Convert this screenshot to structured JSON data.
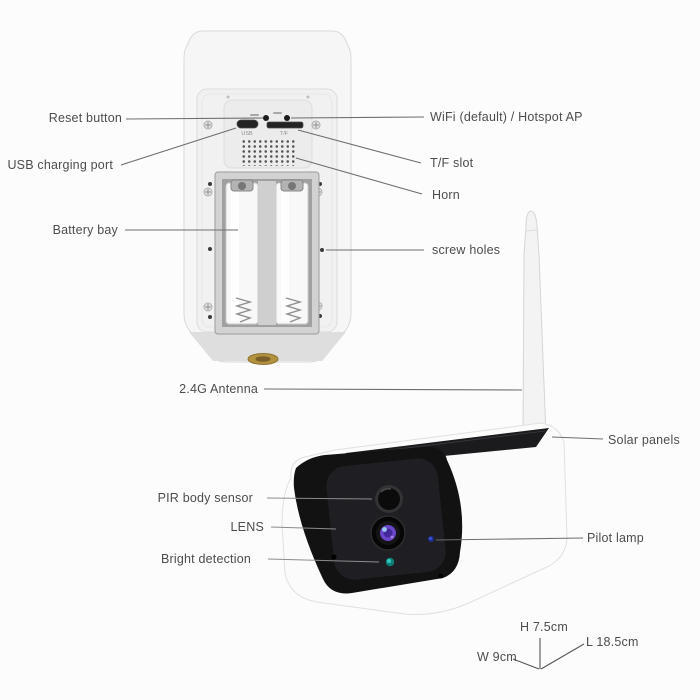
{
  "page": {
    "title": "Solar security camera parts diagram",
    "background": "#fcfcfc"
  },
  "back_view": {
    "name": "camera back view with battery bay",
    "labels": {
      "reset_button": "Reset button",
      "usb_charging_port": "USB charging port",
      "battery_bay": "Battery bay",
      "wifi_mode": "WiFi (default) / Hotspot AP",
      "tf_slot": "T/F slot",
      "horn": "Horn",
      "screw_holes": "screw holes"
    },
    "port_markings": {
      "usb": "USB",
      "tf": "T/F"
    }
  },
  "camera_view": {
    "name": "solar bullet camera front view",
    "labels": {
      "antenna": "2.4G Antenna",
      "solar_panels": "Solar panels",
      "pir_body_sensor": "PIR body sensor",
      "lens": "LENS",
      "bright_detection": "Bright detection",
      "pilot_lamp": "Pilot lamp"
    }
  },
  "dimensions": {
    "height": "H 7.5cm",
    "width": "W 9cm",
    "length": "L 18.5cm"
  },
  "colors": {
    "label_text": "#4d4d4d",
    "callout_line": "#6e6e6e",
    "body_white": "#f6f6f6",
    "solar_panel_black": "#1b1b1d",
    "front_panel_black": "#121212",
    "lens_iris_purple": "#6a46c8",
    "bright_detection_teal": "#35c9bd",
    "pilot_lamp_blue": "#3d5bd8",
    "tripod_mount_brass": "#b2913f"
  }
}
